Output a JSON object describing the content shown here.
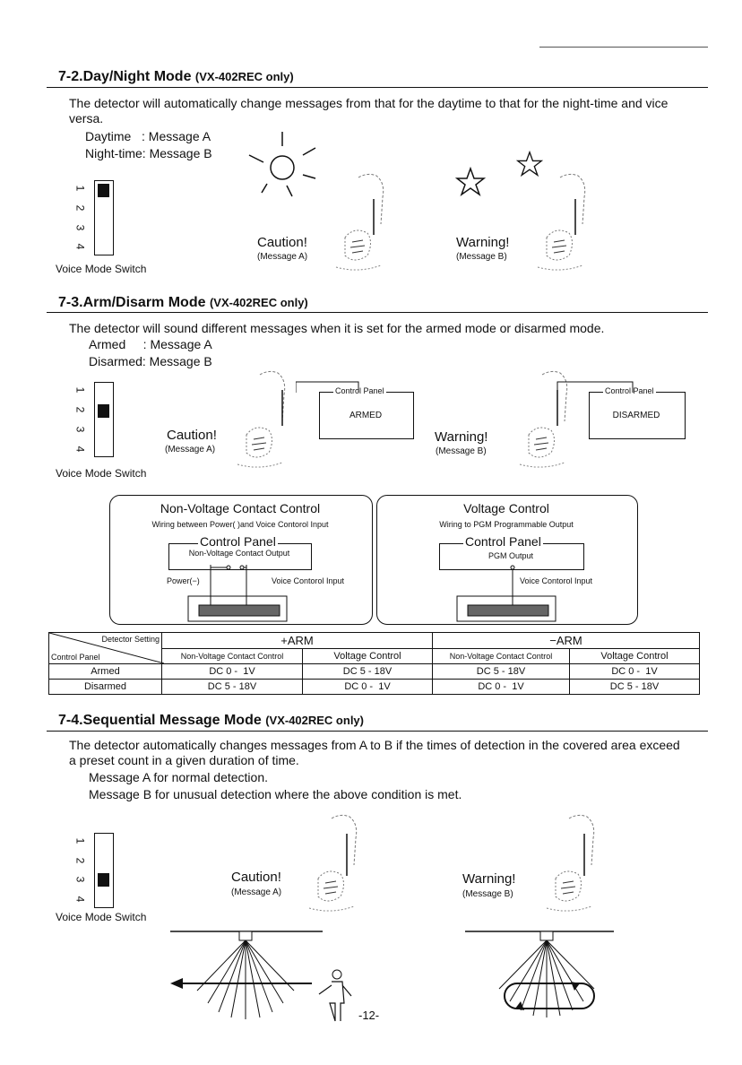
{
  "page_number": "-12-",
  "sections": {
    "day_night": {
      "title_main": "7-2.Day/Night Mode",
      "title_model": "(VX-402REC only)",
      "paragraph": "The detector will automatically change messages from that for the daytime to that for the night-time and vice versa.",
      "line1": "Daytime   : Message A",
      "line2": "Night-time: Message B",
      "caution": "Caution!",
      "caution_sub": "(Message A)",
      "warning": "Warning!",
      "warning_sub": "(Message B)",
      "switch_label": "Voice Mode Switch"
    },
    "arm_disarm": {
      "title_main": "7-3.Arm/Disarm Mode",
      "title_model": "(VX-402REC only)",
      "paragraph": "The detector will sound different messages when it is set for the armed mode or disarmed mode.",
      "line1": "Armed     : Message A",
      "line2": "Disarmed: Message B",
      "caution": "Caution!",
      "caution_sub": "(Message A)",
      "warning": "Warning!",
      "warning_sub": "(Message B)",
      "panel_title": "Control Panel",
      "armed_state": "ARMED",
      "disarmed_state": "DISARMED",
      "switch_label": "Voice Mode Switch"
    },
    "wiring": {
      "nv_title": "Non-Voltage Contact Control",
      "nv_sub": "Wiring between Power(  )and Voice Contorol Input",
      "nv_panel": "Control Panel",
      "nv_output": "Non-Voltage Contact Output",
      "nv_power": "Power(−)",
      "nv_input": "Voice Contorol Input",
      "v_title": "Voltage Control",
      "v_sub": "Wiring to PGM Programmable Output",
      "v_panel": "Control Panel",
      "v_output": "PGM Output",
      "v_input": "Voice Contorol Input"
    },
    "settings_table": {
      "corner_top": "Detector Setting",
      "corner_bottom": "Control Panel",
      "arm_plus": "+ARM",
      "arm_minus": "−ARM",
      "sub_headers": [
        "Non-Voltage Contact Control",
        "Voltage Control",
        "Non-Voltage Contact Control",
        "Voltage Control"
      ],
      "rows": [
        {
          "label": "Armed",
          "cells": [
            "DC 0 -  1V",
            "DC 5 - 18V",
            "DC 5 - 18V",
            "DC 0 -  1V"
          ]
        },
        {
          "label": "Disarmed",
          "cells": [
            "DC 5 - 18V",
            "DC 0 -  1V",
            "DC 0 -  1V",
            "DC 5 - 18V"
          ]
        }
      ]
    },
    "sequential": {
      "title_main": "7-4.Sequential Message Mode",
      "title_model": "(VX-402REC only)",
      "paragraph": "The detector automatically changes messages from A to B if the times of detection in the covered area exceed a preset count in a given duration of time.",
      "line1": "Message A for normal detection.",
      "line2": "Message B for unusual detection where the above condition is met.",
      "caution": "Caution!",
      "caution_sub": "(Message A)",
      "warning": "Warning!",
      "warning_sub": "(Message B)",
      "switch_label": "Voice Mode Switch"
    }
  },
  "switch_numbers": [
    "1",
    "2",
    "3",
    "4"
  ]
}
